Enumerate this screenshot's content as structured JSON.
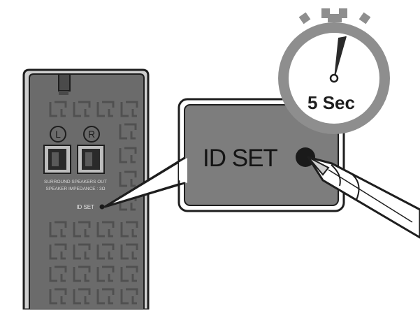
{
  "device_panel": {
    "left_channel_label": "L",
    "right_channel_label": "R",
    "connector_caption_line1": "SURROUND SPEAKERS OUT",
    "connector_caption_line2": "SPEAKER IMPEDANCE : 3Ω",
    "id_set_small_label": "ID SET"
  },
  "callout": {
    "id_set_large_label": "ID SET"
  },
  "timer": {
    "duration_label": "5 Sec"
  },
  "colors": {
    "panel_fill": "#6b6b6b",
    "panel_outline": "#1e1e1e",
    "callout_fill": "#7d7d7d",
    "timer_ring": "#8e8e8e",
    "accent_dark": "#1a1a1a"
  },
  "icons": [
    "stopwatch-icon",
    "pen-icon",
    "speaker-connector-icon",
    "id-set-button-icon"
  ]
}
